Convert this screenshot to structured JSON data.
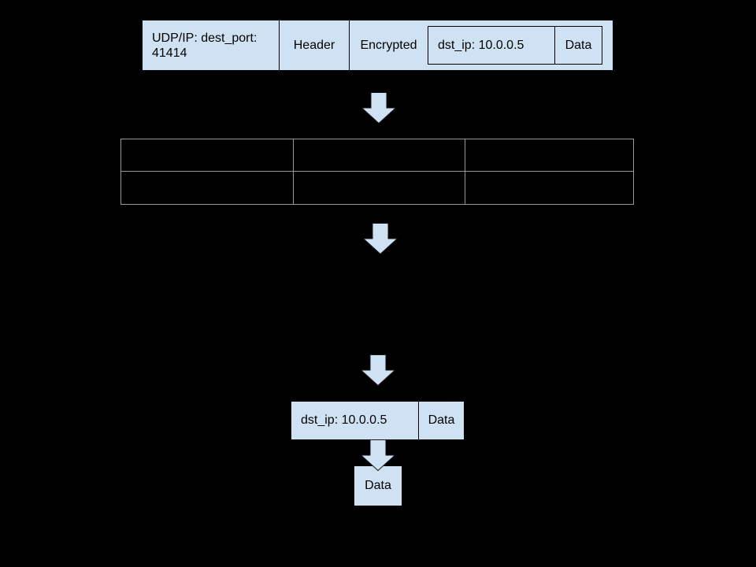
{
  "colors": {
    "background": "#000000",
    "box_fill": "#cfe2f3",
    "box_divider": "#000000",
    "table_border": "#999999",
    "text": "#000000"
  },
  "packet_top": {
    "udp_label": "UDP/IP: dest_port: 41414",
    "header_label": "Header",
    "encrypted_label": "Encrypted",
    "inner": {
      "dst_ip_label": "dst_ip: 10.0.0.5",
      "data_label": "Data"
    }
  },
  "routing_table": {
    "rows": 2,
    "cols": 3,
    "cells": [
      [
        "",
        "",
        ""
      ],
      [
        "",
        "",
        ""
      ]
    ]
  },
  "packet_decrypted": {
    "dst_ip_label": "dst_ip: 10.0.0.5",
    "data_label": "Data"
  },
  "packet_payload": {
    "data_label": "Data"
  },
  "arrows": {
    "count": 4,
    "direction": "down"
  }
}
